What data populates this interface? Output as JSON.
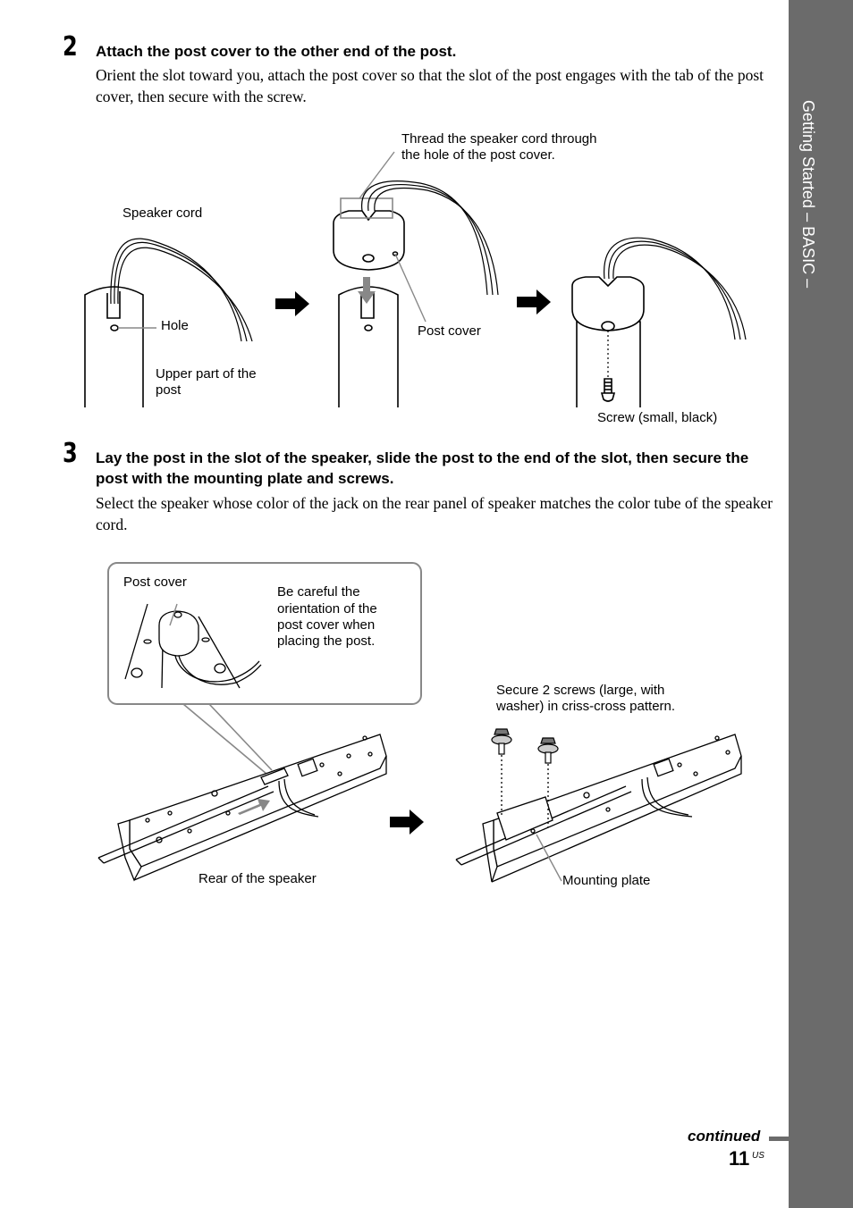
{
  "side_tab": {
    "text": "Getting Started – BASIC –"
  },
  "step2": {
    "number": "2",
    "title": "Attach the post cover to the other end of the post.",
    "body": "Orient the slot toward you, attach the post cover so that the slot of the post engages with the tab of the post cover, then secure with the screw."
  },
  "figure1": {
    "labels": {
      "speaker_cord": "Speaker cord",
      "hole": "Hole",
      "upper_part_line1": "Upper part of the",
      "upper_part_line2": "post",
      "thread_line1": "Thread the speaker cord through",
      "thread_line2": "the hole of the post cover.",
      "post_cover": "Post cover",
      "screw": "Screw (small, black)"
    }
  },
  "step3": {
    "number": "3",
    "title": "Lay the post in the slot of the speaker, slide the post to the end of the slot, then secure the post with the mounting plate and screws.",
    "body": "Select the speaker whose color of the jack on the rear panel of speaker matches the color tube of the speaker cord."
  },
  "figure2": {
    "labels": {
      "post_cover": "Post cover",
      "careful_line1": "Be careful the",
      "careful_line2": "orientation of the",
      "careful_line3": "post cover when",
      "careful_line4": "placing the post.",
      "secure_line1": "Secure 2 screws (large, with",
      "secure_line2": "washer) in criss-cross pattern.",
      "rear": "Rear of the speaker",
      "mounting_plate": "Mounting plate"
    }
  },
  "footer": {
    "continued": "continued",
    "page_number": "11",
    "page_suffix": "US"
  },
  "colors": {
    "side_tab": "#6b6b6b",
    "arrow_gray": "#888888"
  }
}
